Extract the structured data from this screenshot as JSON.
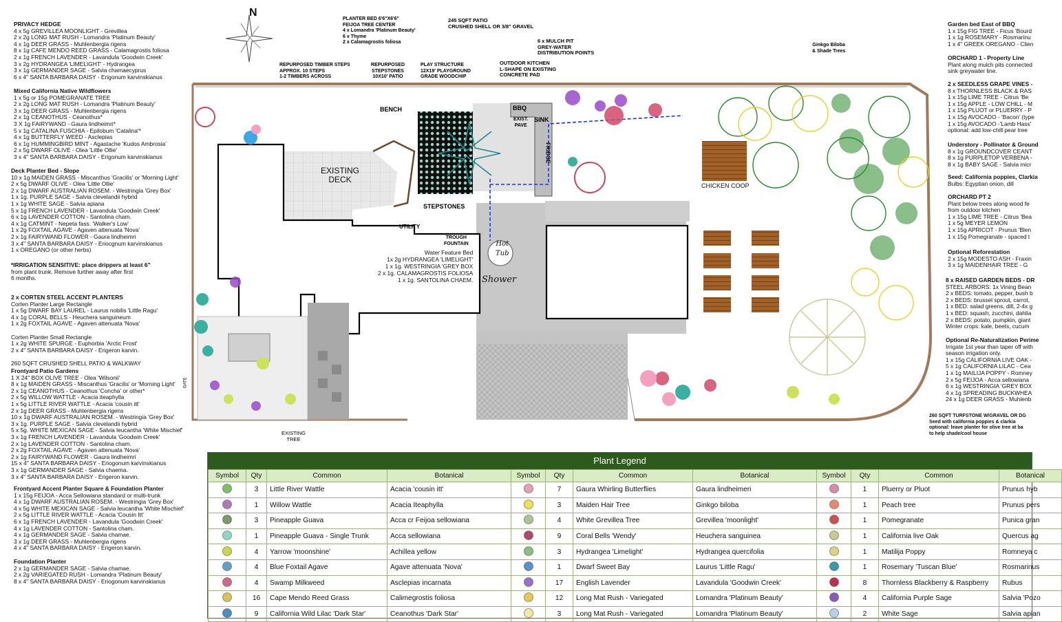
{
  "north_label": "N",
  "left_notes": {
    "privacy_hedge": [
      "PRIVACY HEDGE",
      "4 x 5g GREVILLEA MOONLIGHT - Grevillea",
      "2 x 2g LONG MAT RUSH - Lomandra 'Platinum Beauty'",
      "4 x 1g DEER GRASS - Muhlenbergia rigens",
      "8 x 1g CAFE MENDO REED GRASS - Calamagrostis foliosa",
      "2 x 1g FRENCH LAVENDER - Lavandula 'Goodwin Creek'",
      "3 x 2g HYDRANGEA 'LIMELIGHT' - Hydrangea",
      "3 x 1g GERMANDER SAGE - Salvia chamaecyprus",
      "6 x 4\" SANTA BARBARA DAISY - Erigonum karvinskianus"
    ],
    "wildflowers": [
      "Mixed California Native Wildflowers",
      "1 x 5g or 15g POMEGRANATE TREE",
      "2 x 2g LONG MAT RUSH - Lomandra 'Platinum Beauty'",
      "3 x 1g DEER GRASS - Muhlenbergia rigens",
      "2 x 1g CEANOTHUS - Ceanothus*",
      "3 X 1g FAIRYWAND - Gaura lindheimri*",
      "5 x 1g CATALINA FUSCHIA - Epilobum 'Catalina'*",
      "4 x 1g BUTTERFLY WEED - Asclepias",
      "6 x 1g HUMMINGBIRD MINT - Agastache 'Kudos Ambrosia'",
      "2 x 5g DWARF OLIVE - Olea 'Little Ollie'",
      "3 x 4\" SANTA BARBARA DAISY - Erigonum karvinskianus"
    ],
    "deck_slope": [
      "Deck Planter Bed - Slope",
      "10 x 1g MAIDEN GRASS - Miscanthus 'Gracilis' or 'Morning Light'",
      "2 x 5g DWARF OLIVE - Olea 'Little Ollie'",
      "2 x 1g DWARF AUSTRALIAN ROSEM. - Westringia 'Grey Box'",
      "1 x 1g. PURPLE SAGE - Salvia clevelandii hybrid",
      "1 x 1g WHITE SAGE - Salvia apiana",
      "5 x 1g FRENCH LAVENDER - Lavandula 'Goodwin Creek'",
      "6 x 1g LAVENDER COTTON - Santolina cham.",
      "4 x 1g CATMINT - Nepeta fass. 'Walker's Low'",
      "1 x 2g FOXTAIL AGAVE - Agaven attenuata 'Nova'",
      "2 x 1g FAIRYWAND FLOWER - Gaura lindheimri",
      "3 x 4\" SANTA BARBARA DAISY - Eriocgnum karvinskianus",
      "1 x OREGANO (or other herbs)"
    ],
    "irrigation": [
      "*IRRIGATION SENSITIVE: place drippers at least 6\"",
      "from plant trunk. Remove further away after first",
      "6 months."
    ],
    "corten": [
      "2 x CORTEN STEEL ACCENT PLANTERS",
      "Corten Planter Large Rectangle",
      "1 x 5g DWARF BAY LAUREL - Laurus nobilis 'Little Ragu'",
      "4 x 1g CORAL BELLS - Heuchera sanguineum",
      "1 x 2g FOXTAIL AGAVE - Agaven attenuata 'Nova'",
      "",
      "Corten Planter Small Rectangle",
      "1 x 2g WHITE SPURGE - Euphorbia 'Arctic Frost'",
      "2 x 4\" SANTA BARBARA DAISY - Erigeron karvin.",
      "",
      "260 SQFT CRUSHED SHELL PATIO & WALKWAY"
    ],
    "frontyard": [
      "Frontyard Patio Gardens",
      "1 X 24\" BOX OLIVE TREE - Olea 'Wilsonii'",
      "8 x 1g MAIDEN GRASS - Miscanthus 'Gracilis' or 'Morning Light'",
      "2 x 1g CEANOTHUS - Ceanothus 'Concha' or other*",
      "2 x 5g WILLOW WATTLE - Acacia iteaphylla",
      "1 x 5g LITTLE RIVER WATTLE - Acacia 'cousin itt'",
      "2 x 1g DEER GRASS - Muhlenbergia rigens",
      "10 x 1g DWARF AUSTRALIAN ROSEM. - Westringia 'Grey Box'",
      "3 x 1g. PURPLE SAGE - Salvia clevelandii hybrid",
      "5 x 5g. WHITE MEXICAN SAGE - Salvia leucantha 'White Mischief'",
      "3 x 1g FRENCH LAVENDER - Lavandula 'Goodwin Creek'",
      "2 x 1g LAVENDER COTTON - Santolina cham.",
      "2 x 2g FOXTAIL AGAVE - Agaven attenuata 'Nova'",
      "2 x 1g FAIRYWAND FLOWER - Gaura lindheimri",
      "15 x 4\" SANTA BARBARA DAISY - Eriogonum karvinskianus",
      "3 x 1g GERMANDER SAGE - Salvia chaema.",
      "3 x 4\" SANTA BARBARA DAISY - Erigeron karvin."
    ],
    "foundation_square": [
      "Frontyard Accent Planter Square & Foundation Planter",
      "1 x 15g FEIJOA - Acca Sellowiana standard or multi-trunk",
      "4 x 1g DWARF AUSTRALIAN ROSEM. - Westringia 'Grey Box'",
      "4 x 5g WHITE MEXICAN SAGE - Salvia leucantha 'White Mischief'",
      "2 x 5g LITTLE RIVER WATTLE - Acacia 'Cousin Itt'",
      "6 x 1g FRENCH LAVENDER - Lavandula 'Goodwin Creek'",
      "4 x 1g LAVENDER COTTON - Santolina cham.",
      "4 x 1g GERMANDER SAGE - Salvia chamae.",
      "3 x 1g DEER GRASS - Muhlenbergia rigens",
      "4 x 4\" SANTA BARBARA DAISY - Erigeron karvin."
    ],
    "foundation": [
      "Foundation Planter",
      "2 x 1g GERMANDER SAGE - Salvia chamae.",
      "2 x 2g VARIEGATED RUSH - Lomandra 'Platinum Beauty'",
      "8 x 4\" SANTA BARBARA DAISY - Eriogonum karvinskianus"
    ]
  },
  "right_notes": {
    "bbq_bed": [
      "Garden bed East of BBQ",
      "1 x 15g FIG TREE - Ficus 'Bourd",
      "1 x 1g ROSEMARY - Rosmarinu",
      "1 x 4\" GREEK OREGANO - Clien"
    ],
    "orchard1": [
      "ORCHARD 1 - Property Line",
      "Plant along mulch pits connected",
      "sink greywater line."
    ],
    "orchard1_list": [
      "2 x SEEDLESS GRAPE VINES - ",
      "8 x THORNLESS BLACK & RAS",
      "1 x 15g LIME TREE - Citrus 'Be",
      "1 x 15g APPLE - LOW CHILL - M",
      "1 x 15g PLUOT or PLUERRY - P",
      "1 x 15g AVOCADO - 'Bacon' (type",
      "1 x 15g AVOCADO -'Lamb Hass'",
      "optional: add low-chill pear tree"
    ],
    "understory": [
      "Understory - Pollinator & Ground",
      "8 x 1g GROUNDCOVER CEANT",
      "8 x 1g PURPLETOP VERBENA -",
      "8 x 1g BABY SAGE - Salvia micr"
    ],
    "seed": [
      "Seed: California poppies, Clarkia",
      "Bulbs: Egyptian onion, dill"
    ],
    "orchard2": [
      "ORCHARD PT 2",
      "Plant below trees along wood fe",
      "from outdoor kitchen",
      "1 x 15g LIME TREE - Citrus 'Bea",
      "1 x 5g MEYER LEMON",
      "1 x 15g APRICOT - Prunus 'Blen",
      "1 x 15g Pomegranate - spaced t"
    ],
    "reforest": [
      "Optional Reforestation",
      "2 x 15g MODESTO ASH - Fraxin",
      "3 x 1g MAIDENHAIR TREE - G"
    ],
    "raised": [
      "8 x RAISED GARDEN BEDS - DR",
      "STEEL ARBORS: 1x Vining Bean",
      "2 x BEDS: tomato, pepper, bush b",
      "2 x BEDS: brussel sprout, carrot, ",
      "1 x BED: salad greens, dill, 2-4x g",
      "1 x BED: squash, zucchini, dahlia",
      "2 x BEDS: potato, pumpkin, giant ",
      "Winter crops: kale, beets, cucum"
    ],
    "renat": [
      "Optional Re-Naturalization Perime",
      "Irrigate 1st year than taper off with",
      "season irrigation only.",
      "1 x 15g CALIFORNIA LIVE OAK -",
      "5 x 1g CALIFORNIA LILAC - Cea",
      "1 x 1g MAILIJA POPPY - Romney",
      "2 x 5g FEIJOA - Acca sellowiana",
      "6 x 1g WESTRINGIA 'GREY BOX",
      "4 x 1g SPREADING BUCKWHEA",
      "24 x 1g DEER GRASS - Muhlenb"
    ],
    "turfstone": [
      "260 SQFT TURFSTONE W/GRAVEL OR DG",
      "Seed with california poppies & clarkia",
      "optional: leave planter for olive tree at ba",
      "to help shade/cool house"
    ]
  },
  "plan_labels": {
    "planter_bed": "PLANTER BED 6'6\"X6'6\"\nFEIJOA TREE CENTER\n4 x Lomandra 'Platinum Beauty'\n6 x Thyme\n2 x Calamagrostis foliosa",
    "patio": "245 SQFT PATIO\nCRUSHED SHELL OR 3/8\" GRAVEL",
    "timber_steps": "REPURPOSED TIMBER STEPS\nAPPROX. 10 STEPS\n1-2 TIMBERS ACROSS",
    "stepstones": "REPURPOSED\nSTEPSTONES\n10X10' PATIO",
    "play_structure": "PLAY STRUCTURE\n12X19' PLAYGROUND\nGRADE WOODCHIP",
    "outdoor_kitchen": "OUTDOOR KITCHEN\nL-SHAPE ON EXISTING\nCONCRETE PAD",
    "mulch_pit": "6 x MULCH PIT\nGREY-WATER\nDISTRIBUTION POINTS",
    "ginkgo": "Ginkgo Biloba\n& Shade Trees",
    "existing_deck": "EXISTING\nDECK",
    "bench": "BENCH",
    "bbq": "BBQ",
    "exist_pave": "EXIST.\nPAVE",
    "sink": "SINK",
    "fridge": "FRIDGE",
    "stepstones_2": "STEPSTONES",
    "utility": "UTILITY",
    "chicken_coop": "CHICKEN COOP",
    "trough_fountain": "TROUGH\nFOUNTAIN",
    "water_feature": "Water Feature Bed\n1x 2g HYDRANGEA 'LIMELIGHT'\n1 x 1g. WESTRINGIA 'GREY BOX\n2 x 1g. CALAMAGROSTIS FOLIOSA\n1 x 1g. SANTOLINA CHAEM.",
    "hot_tub": "Hot\nTub",
    "shower": "Shower",
    "planter_size": "6'6",
    "existing_tree": "EXISTING\nTREE",
    "gate": "GATE"
  },
  "legend": {
    "title": "Plant Legend",
    "headers": [
      "Symbol",
      "Qty",
      "Common",
      "Botanical"
    ],
    "columns": [
      [
        {
          "qty": "3",
          "common": "Little River Wattle",
          "botanical": "Acacia 'cousin itt'",
          "color": "#7fbf6a"
        },
        {
          "qty": "1",
          "common": "Willow Wattle",
          "botanical": "Acacia Iteaphylla",
          "color": "#b07ab8"
        },
        {
          "qty": "3",
          "common": "Pineapple Guava",
          "botanical": "Acca cr Feijoa sellowiana",
          "color": "#7a9a6a"
        },
        {
          "qty": "1",
          "common": "Pineapple Guava - Single Trunk",
          "botanical": "Acca sellowiana",
          "color": "#8fd6c8"
        },
        {
          "qty": "4",
          "common": "Yarrow 'moonshine'",
          "botanical": "Achillea yellow",
          "color": "#c8d84a"
        },
        {
          "qty": "4",
          "common": "Blue Foxtail Agave",
          "botanical": "Agave attenuata 'Nova'",
          "color": "#5fa0c8"
        },
        {
          "qty": "4",
          "common": "Swamp Milkweed",
          "botanical": "Asclepias incarnata",
          "color": "#d06a8a"
        },
        {
          "qty": "16",
          "common": "Cape Mendo Reed Grass",
          "botanical": "Calimegrostis foliosa",
          "color": "#d8c25a"
        },
        {
          "qty": "9",
          "common": "California Wild Lilac 'Dark Star'",
          "botanical": "Ceanothus 'Dark Star'",
          "color": "#4a8fc0"
        }
      ],
      [
        {
          "qty": "7",
          "common": "Gaura Whirling Butterflies",
          "botanical": "Gaura lindheimeri",
          "color": "#e8a0b8"
        },
        {
          "qty": "3",
          "common": "Maiden Hair Tree",
          "botanical": "Ginkgo biloba",
          "color": "#f0e050"
        },
        {
          "qty": "4",
          "common": "White Grevillea Tree",
          "botanical": "Grevillea 'moonlight'",
          "color": "#a8c890"
        },
        {
          "qty": "9",
          "common": "Coral Bells 'Wendy'",
          "botanical": "Heuchera sanguinea",
          "color": "#b04a6a"
        },
        {
          "qty": "3",
          "common": "Hydrangea 'Limelight'",
          "botanical": "Hydrangea quercifolia",
          "color": "#8ac07a"
        },
        {
          "qty": "1",
          "common": "Dwarf Sweet Bay",
          "botanical": "Laurus 'Little Ragu'",
          "color": "#5a8fd0"
        },
        {
          "qty": "17",
          "common": "English Lavender",
          "botanical": "Lavandula 'Goodwin Creek'",
          "color": "#9a70c8"
        },
        {
          "qty": "12",
          "common": "Long Mat Rush - Variegated",
          "botanical": "Lomandra 'Platinum Beauty'",
          "color": "#e8c850"
        },
        {
          "qty": "3",
          "common": "Long Mat Rush - Variegated",
          "botanical": "Lomandra 'Platinum Beauty'",
          "color": "#f0eaa0"
        }
      ],
      [
        {
          "qty": "1",
          "common": "Pluerry or Pluot",
          "botanical": "Prunus hyb",
          "color": "#d88aa8"
        },
        {
          "qty": "1",
          "common": "Peach tree",
          "botanical": "Prunus pers",
          "color": "#e88a6a"
        },
        {
          "qty": "1",
          "common": "Pomegranate",
          "botanical": "Punica gran",
          "color": "#d05050"
        },
        {
          "qty": "1",
          "common": "California live Oak",
          "botanical": "Quercus ag",
          "color": "#c8c890"
        },
        {
          "qty": "1",
          "common": "Matilija Poppy",
          "botanical": "Romneya c",
          "color": "#e0d080"
        },
        {
          "qty": "1",
          "common": "Rosemary 'Tuscan Blue'",
          "botanical": "Rosmarinus",
          "color": "#3a9aa8"
        },
        {
          "qty": "8",
          "common": "Thornless Blackberry & Raspberry",
          "botanical": "Rubus",
          "color": "#c03050"
        },
        {
          "qty": "4",
          "common": "California Purple Sage",
          "botanical": "Salvia 'Pozo",
          "color": "#8a5ab8"
        },
        {
          "qty": "2",
          "common": "White Sage",
          "botanical": "Salvia apian",
          "color": "#b8d0e8"
        }
      ]
    ]
  }
}
